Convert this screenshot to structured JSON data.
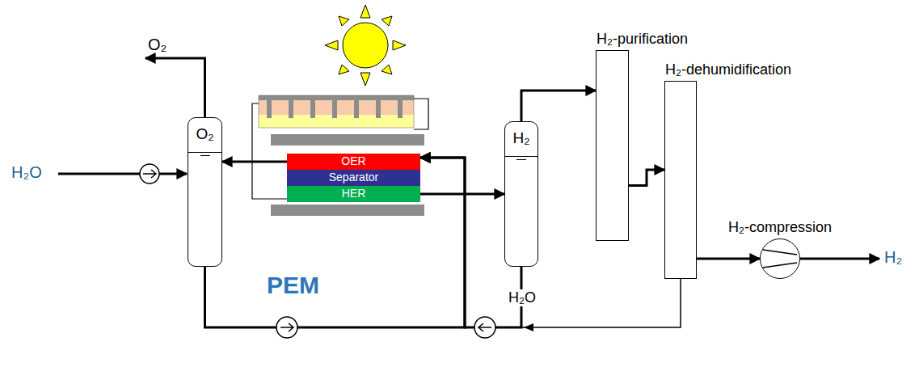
{
  "diagram": {
    "nodes": [
      {
        "text": [
          "O₂"
        ]
      },
      {
        "text": [
          "OER"
        ]
      },
      {
        "text": [
          "Separator"
        ]
      },
      {
        "text": [
          "HER"
        ]
      },
      {
        "text": [
          "H₂"
        ]
      },
      {
        "text": [
          "H₂-purification"
        ]
      },
      {
        "text": [
          "H₂-dehumidification"
        ]
      },
      {
        "text": [
          "H₂-compression"
        ]
      }
    ],
    "edges": [
      {
        "from": 1,
        "to": 0,
        "arrow": "to"
      },
      {
        "from": 0,
        "to": 1,
        "arrow": "to"
      },
      {
        "from": 3,
        "to": 4,
        "arrow": "to"
      },
      {
        "from": 4,
        "to": 5,
        "arrow": "to"
      },
      {
        "from": 5,
        "to": 6,
        "arrow": "to"
      },
      {
        "from": 6,
        "to": 7,
        "arrow": "to"
      },
      {
        "from": 6,
        "to": 1,
        "arrow": "to"
      },
      {
        "from": 4,
        "to": 1,
        "arrow": "to"
      }
    ],
    "labels": [
      "O₂",
      "H₂O",
      "PEM",
      "H₂O",
      "H₂"
    ]
  }
}
